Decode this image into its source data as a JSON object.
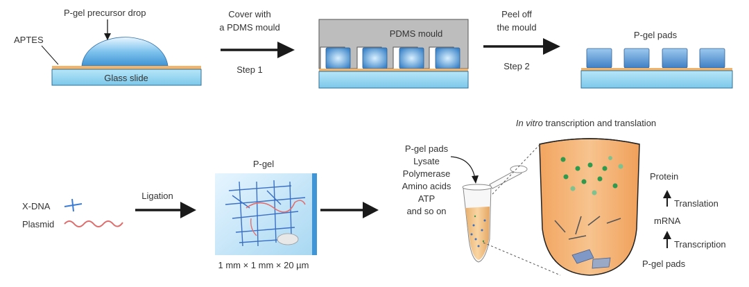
{
  "colors": {
    "glass": "#8fd3ef",
    "glass_stroke": "#3a7fa6",
    "aptes": "#f2b36b",
    "pdms": "#bdbdbd",
    "pad": "#4f8fd1",
    "orange": "#f4a460",
    "arrow": "#1a1a1a"
  },
  "top_row": {
    "precursor_label": "P-gel precursor drop",
    "aptes_label": "APTES",
    "glass_label": "Glass slide",
    "step1_top": "Cover with",
    "step1_bottom": "a PDMS mould",
    "step1_label": "Step 1",
    "pdms_label": "PDMS mould",
    "step2_top": "Peel off",
    "step2_bottom": "the mould",
    "step2_label": "Step 2",
    "pads_label": "P-gel pads"
  },
  "bottom_row": {
    "xdna_label": "X-DNA",
    "plasmid_label": "Plasmid",
    "ligation_label": "Ligation",
    "pgel_label": "P-gel",
    "dimension_label": "1 mm × 1 mm × 20 µm",
    "ingredients": [
      "P-gel pads",
      "Lysate",
      "Polymerase",
      "Amino acids",
      "ATP",
      "and so on"
    ],
    "ivt_italic": "In vitro",
    "ivt_rest": " transcription and translation",
    "protein_label": "Protein",
    "translation_label": "Translation",
    "mrna_label": "mRNA",
    "transcription_label": "Transcription",
    "pgel_pads_label": "P-gel pads"
  }
}
